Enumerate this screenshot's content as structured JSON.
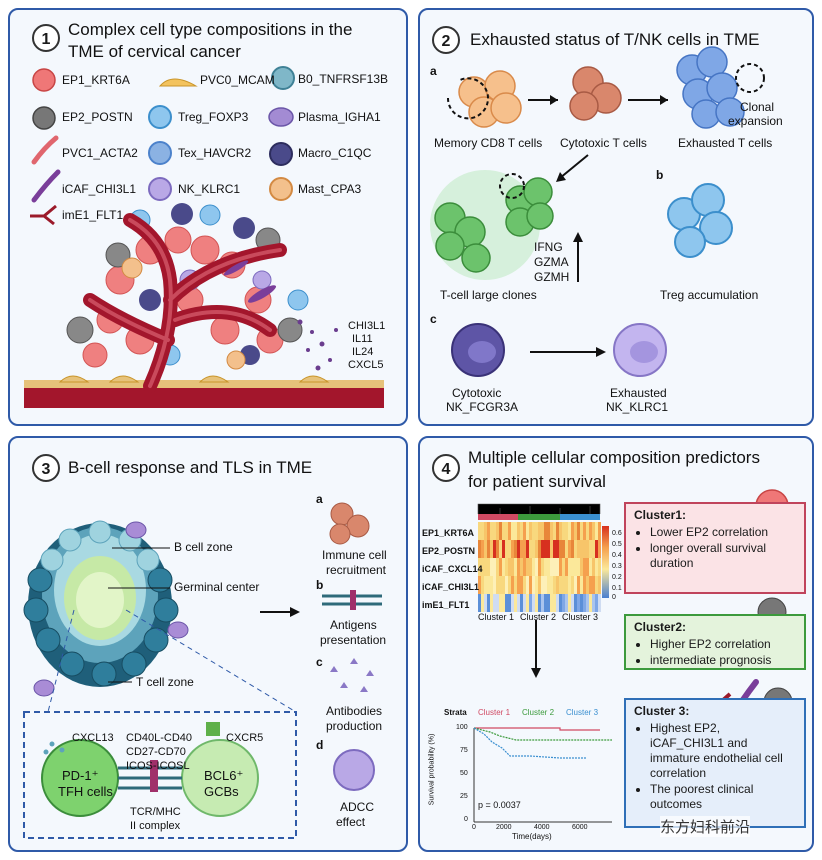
{
  "panel1": {
    "num": "1",
    "title_line1": "Complex cell type compositions in the",
    "title_line2": "TME of cervical cancer",
    "legend": [
      "EP1_KRT6A",
      "PVC0_MCAM",
      "B0_TNFRSF13B",
      "EP2_POSTN",
      "Treg_FOXP3",
      "Plasma_IGHA1",
      "PVC1_ACTA2",
      "Tex_HAVCR2",
      "Macro_C1QC",
      "iCAF_CHI3L1",
      "NK_KLRC1",
      "Mast_CPA3",
      "imE1_FLT1"
    ],
    "secreted": [
      "CHI3L1",
      "IL11",
      "IL24",
      "CXCL5"
    ]
  },
  "panel2": {
    "num": "2",
    "title": "Exhausted status of T/NK cells in TME",
    "sub_a": "a",
    "sub_b": "b",
    "sub_c": "c",
    "memory": "Memory CD8 T cells",
    "cytotoxic": "Cytotoxic T cells",
    "exhausted": "Exhausted T cells",
    "clonal1": "Clonal",
    "clonal2": "expansion",
    "markers": [
      "IFNG",
      "GZMA",
      "GZMH"
    ],
    "large_clones": "T-cell large clones",
    "treg": "Treg accumulation",
    "nk_cyto1": "Cytotoxic",
    "nk_cyto2": "NK_FCGR3A",
    "nk_exh1": "Exhausted",
    "nk_exh2": "NK_KLRC1"
  },
  "panel3": {
    "num": "3",
    "title": "B-cell response and TLS in TME",
    "bzone": "B cell zone",
    "gc": "Germinal center",
    "tzone": "T cell zone",
    "cxcl13": "CXCL13",
    "pairs": [
      "CD40L-CD40",
      "CD27-CD70",
      "ICOS-ICOSL"
    ],
    "tcr1": "TCR/MHC",
    "tcr2": "II complex",
    "cxcr5": "CXCR5",
    "pd1": "PD-1⁺",
    "tfh": "TFH cells",
    "bcl6": "BCL6⁺",
    "gcbs": "GCBs",
    "a": "a",
    "a1": "Immune cell",
    "a2": "recruitment",
    "b": "b",
    "b1": "Antigens",
    "b2": "presentation",
    "c": "c",
    "c1": "Antibodies",
    "c2": "production",
    "d": "d",
    "d1": "ADCC",
    "d2": "effect"
  },
  "panel4": {
    "num": "4",
    "title_line1": "Multiple cellular composition predictors",
    "title_line2": "for patient survival",
    "heat_rows": [
      "EP1_KRT6A",
      "EP2_POSTN",
      "iCAF_CXCL14",
      "iCAF_CHI3L1",
      "imE1_FLT1"
    ],
    "heat_cols": [
      "Cluster 1",
      "Cluster 2",
      "Cluster 3"
    ],
    "scale_ticks": [
      "0.6",
      "0.5",
      "0.4",
      "0.3",
      "0.2",
      "0.1",
      "0"
    ],
    "km_legend": [
      "Strata",
      "Cluster 1",
      "Cluster 2",
      "Cluster 3"
    ],
    "km_ylabel": "Survival probability (%)",
    "km_xlabel": "Time(days)",
    "km_yticks": [
      "100",
      "75",
      "50",
      "25",
      "0"
    ],
    "km_xticks": [
      "0",
      "2000",
      "4000",
      "6000"
    ],
    "pval": "p = 0.0037",
    "c1_head": "Cluster1:",
    "c1_items": [
      "Lower EP2 correlation",
      "longer overall survival duration"
    ],
    "c2_head": "Cluster2:",
    "c2_items": [
      "Higher EP2 correlation",
      "intermediate prognosis"
    ],
    "c3_head": "Cluster 3:",
    "c3_items": [
      "Highest EP2, iCAF_CHI3L1 and immature endothelial cell correlation",
      "The poorest clinical outcomes"
    ]
  },
  "watermark": "东方妇科前沿",
  "colors": {
    "border": "#2f5aa8",
    "cluster1": "#d04a63",
    "cluster2": "#3c9a3c",
    "cluster3": "#2f6fb7"
  }
}
